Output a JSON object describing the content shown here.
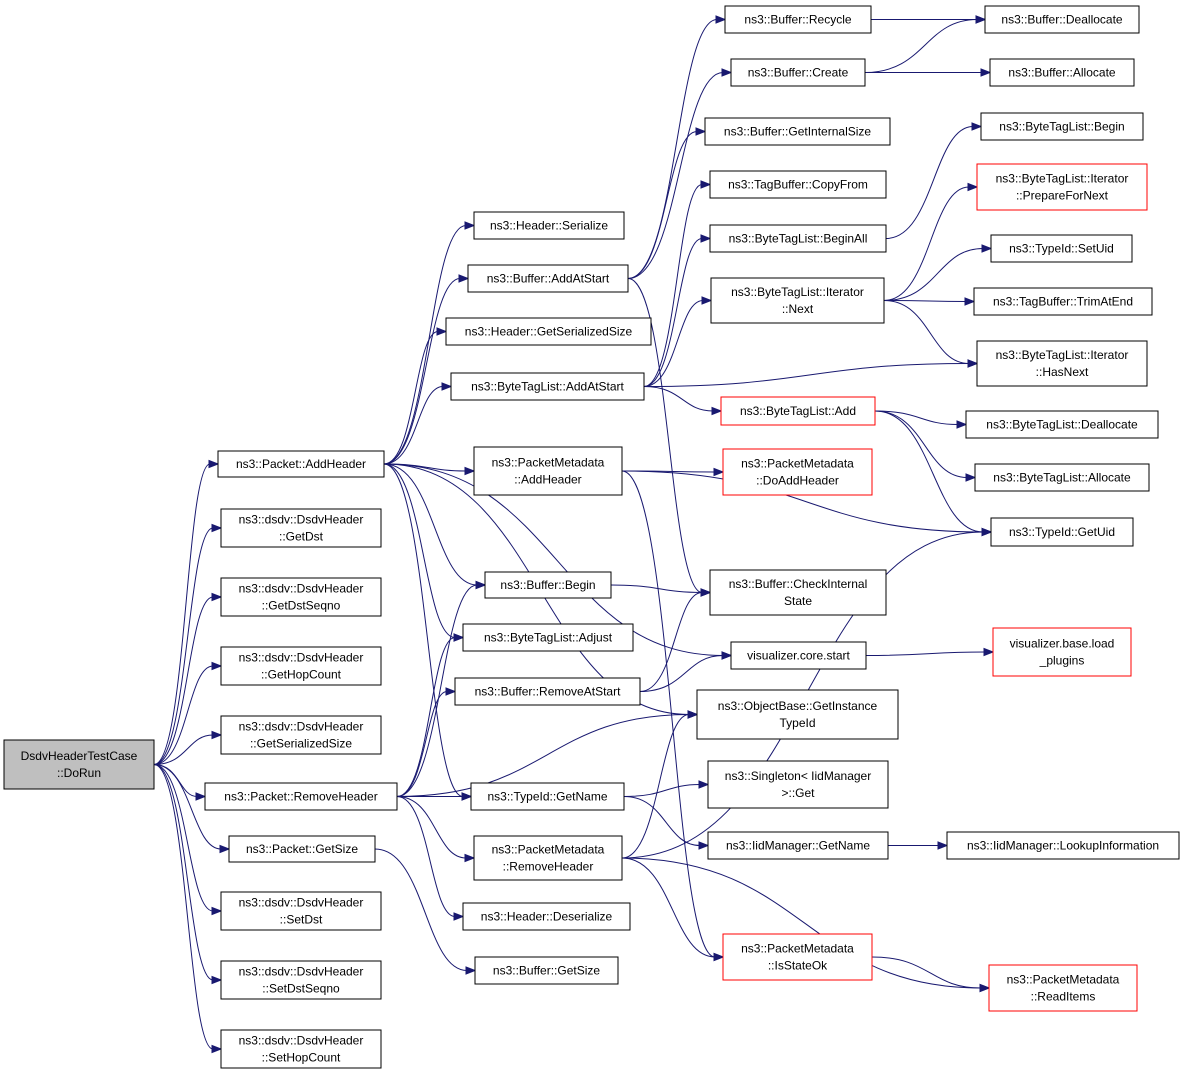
{
  "diagram": {
    "style": {
      "edge_color": "#191970",
      "node_border": "#000000",
      "truncated_node_border": "#ff0000",
      "highlight_fill": "#bfbfbf",
      "node_fill": "#ffffff"
    },
    "nodes": [
      {
        "id": "root",
        "lines": [
          "DsdvHeaderTestCase",
          "::DoRun"
        ],
        "highlight": true
      },
      {
        "id": "pkt_addhdr",
        "lines": [
          "ns3::Packet::AddHeader"
        ]
      },
      {
        "id": "dsdv_getdst",
        "lines": [
          "ns3::dsdv::DsdvHeader",
          "::GetDst"
        ]
      },
      {
        "id": "dsdv_getdstseq",
        "lines": [
          "ns3::dsdv::DsdvHeader",
          "::GetDstSeqno"
        ]
      },
      {
        "id": "dsdv_gethop",
        "lines": [
          "ns3::dsdv::DsdvHeader",
          "::GetHopCount"
        ]
      },
      {
        "id": "dsdv_getser",
        "lines": [
          "ns3::dsdv::DsdvHeader",
          "::GetSerializedSize"
        ]
      },
      {
        "id": "pkt_remhdr",
        "lines": [
          "ns3::Packet::RemoveHeader"
        ]
      },
      {
        "id": "pkt_getsize",
        "lines": [
          "ns3::Packet::GetSize"
        ]
      },
      {
        "id": "dsdv_setdst",
        "lines": [
          "ns3::dsdv::DsdvHeader",
          "::SetDst"
        ]
      },
      {
        "id": "dsdv_setdstseq",
        "lines": [
          "ns3::dsdv::DsdvHeader",
          "::SetDstSeqno"
        ]
      },
      {
        "id": "dsdv_sethop",
        "lines": [
          "ns3::dsdv::DsdvHeader",
          "::SetHopCount"
        ]
      },
      {
        "id": "hdr_serialize",
        "lines": [
          "ns3::Header::Serialize"
        ]
      },
      {
        "id": "buf_addatstart",
        "lines": [
          "ns3::Buffer::AddAtStart"
        ]
      },
      {
        "id": "hdr_getser",
        "lines": [
          "ns3::Header::GetSerializedSize"
        ]
      },
      {
        "id": "btl_addatstart",
        "lines": [
          "ns3::ByteTagList::AddAtStart"
        ]
      },
      {
        "id": "pm_addhdr",
        "lines": [
          "ns3::PacketMetadata",
          "::AddHeader"
        ]
      },
      {
        "id": "buf_begin",
        "lines": [
          "ns3::Buffer::Begin"
        ]
      },
      {
        "id": "btl_adjust",
        "lines": [
          "ns3::ByteTagList::Adjust"
        ]
      },
      {
        "id": "buf_remstart",
        "lines": [
          "ns3::Buffer::RemoveAtStart"
        ]
      },
      {
        "id": "typeid_getname",
        "lines": [
          "ns3::TypeId::GetName"
        ]
      },
      {
        "id": "pm_remhdr",
        "lines": [
          "ns3::PacketMetadata",
          "::RemoveHeader"
        ]
      },
      {
        "id": "hdr_deser",
        "lines": [
          "ns3::Header::Deserialize"
        ]
      },
      {
        "id": "buf_getsize",
        "lines": [
          "ns3::Buffer::GetSize"
        ]
      },
      {
        "id": "buf_recycle",
        "lines": [
          "ns3::Buffer::Recycle"
        ]
      },
      {
        "id": "buf_create",
        "lines": [
          "ns3::Buffer::Create"
        ]
      },
      {
        "id": "buf_getint",
        "lines": [
          "ns3::Buffer::GetInternalSize"
        ]
      },
      {
        "id": "tag_copy",
        "lines": [
          "ns3::TagBuffer::CopyFrom"
        ]
      },
      {
        "id": "btl_beginall",
        "lines": [
          "ns3::ByteTagList::BeginAll"
        ]
      },
      {
        "id": "btl_it_next",
        "lines": [
          "ns3::ByteTagList::Iterator",
          "::Next"
        ]
      },
      {
        "id": "btl_add",
        "lines": [
          "ns3::ByteTagList::Add"
        ],
        "truncated": true
      },
      {
        "id": "pm_doadd",
        "lines": [
          "ns3::PacketMetadata",
          "::DoAddHeader"
        ],
        "truncated": true
      },
      {
        "id": "buf_checkint",
        "lines": [
          "ns3::Buffer::CheckInternal",
          "State"
        ]
      },
      {
        "id": "vis_start",
        "lines": [
          "visualizer.core.start"
        ]
      },
      {
        "id": "ob_getinst",
        "lines": [
          "ns3::ObjectBase::GetInstance",
          "TypeId"
        ]
      },
      {
        "id": "singleton_get",
        "lines": [
          "ns3::Singleton< IidManager",
          ">::Get"
        ]
      },
      {
        "id": "iid_getname",
        "lines": [
          "ns3::IidManager::GetName"
        ]
      },
      {
        "id": "pm_isstateok",
        "lines": [
          "ns3::PacketMetadata",
          "::IsStateOk"
        ],
        "truncated": true
      },
      {
        "id": "buf_dealloc",
        "lines": [
          "ns3::Buffer::Deallocate"
        ]
      },
      {
        "id": "buf_alloc",
        "lines": [
          "ns3::Buffer::Allocate"
        ]
      },
      {
        "id": "btl_begin",
        "lines": [
          "ns3::ByteTagList::Begin"
        ]
      },
      {
        "id": "btl_it_prep",
        "lines": [
          "ns3::ByteTagList::Iterator",
          "::PrepareForNext"
        ],
        "truncated": true
      },
      {
        "id": "typeid_setuid",
        "lines": [
          "ns3::TypeId::SetUid"
        ]
      },
      {
        "id": "tag_trim",
        "lines": [
          "ns3::TagBuffer::TrimAtEnd"
        ]
      },
      {
        "id": "btl_it_hasnext",
        "lines": [
          "ns3::ByteTagList::Iterator",
          "::HasNext"
        ]
      },
      {
        "id": "btl_dealloc",
        "lines": [
          "ns3::ByteTagList::Deallocate"
        ]
      },
      {
        "id": "btl_alloc",
        "lines": [
          "ns3::ByteTagList::Allocate"
        ]
      },
      {
        "id": "typeid_getuid",
        "lines": [
          "ns3::TypeId::GetUid"
        ]
      },
      {
        "id": "vis_load",
        "lines": [
          "visualizer.base.load",
          "_plugins"
        ],
        "truncated": true
      },
      {
        "id": "iid_lookup",
        "lines": [
          "ns3::IidManager::LookupInformation"
        ]
      },
      {
        "id": "pm_readitems",
        "lines": [
          "ns3::PacketMetadata",
          "::ReadItems"
        ],
        "truncated": true
      }
    ],
    "edges": [
      [
        "root",
        "pkt_addhdr"
      ],
      [
        "root",
        "dsdv_getdst"
      ],
      [
        "root",
        "dsdv_getdstseq"
      ],
      [
        "root",
        "dsdv_gethop"
      ],
      [
        "root",
        "dsdv_getser"
      ],
      [
        "root",
        "pkt_remhdr"
      ],
      [
        "root",
        "pkt_getsize"
      ],
      [
        "root",
        "dsdv_setdst"
      ],
      [
        "root",
        "dsdv_setdstseq"
      ],
      [
        "root",
        "dsdv_sethop"
      ],
      [
        "pkt_addhdr",
        "hdr_serialize"
      ],
      [
        "pkt_addhdr",
        "buf_addatstart"
      ],
      [
        "pkt_addhdr",
        "hdr_getser"
      ],
      [
        "pkt_addhdr",
        "btl_addatstart"
      ],
      [
        "pkt_addhdr",
        "pm_addhdr"
      ],
      [
        "pkt_addhdr",
        "buf_begin"
      ],
      [
        "pkt_addhdr",
        "btl_adjust"
      ],
      [
        "pkt_addhdr",
        "typeid_getname"
      ],
      [
        "pkt_addhdr",
        "ob_getinst"
      ],
      [
        "pkt_addhdr",
        "vis_start"
      ],
      [
        "pkt_remhdr",
        "buf_begin"
      ],
      [
        "pkt_remhdr",
        "btl_adjust"
      ],
      [
        "pkt_remhdr",
        "buf_remstart"
      ],
      [
        "pkt_remhdr",
        "typeid_getname"
      ],
      [
        "pkt_remhdr",
        "pm_remhdr"
      ],
      [
        "pkt_remhdr",
        "hdr_deser"
      ],
      [
        "pkt_remhdr",
        "ob_getinst"
      ],
      [
        "pkt_getsize",
        "buf_getsize"
      ],
      [
        "buf_addatstart",
        "buf_recycle"
      ],
      [
        "buf_addatstart",
        "buf_create"
      ],
      [
        "buf_addatstart",
        "buf_getint"
      ],
      [
        "buf_addatstart",
        "buf_checkint"
      ],
      [
        "btl_addatstart",
        "tag_copy"
      ],
      [
        "btl_addatstart",
        "btl_beginall"
      ],
      [
        "btl_addatstart",
        "btl_it_next"
      ],
      [
        "btl_addatstart",
        "btl_it_hasnext"
      ],
      [
        "btl_addatstart",
        "btl_add"
      ],
      [
        "pm_addhdr",
        "pm_doadd"
      ],
      [
        "pm_addhdr",
        "typeid_getuid"
      ],
      [
        "pm_addhdr",
        "pm_isstateok"
      ],
      [
        "buf_begin",
        "buf_checkint"
      ],
      [
        "buf_remstart",
        "buf_checkint"
      ],
      [
        "buf_remstart",
        "vis_start"
      ],
      [
        "typeid_getname",
        "singleton_get"
      ],
      [
        "typeid_getname",
        "iid_getname"
      ],
      [
        "pm_remhdr",
        "ob_getinst"
      ],
      [
        "pm_remhdr",
        "pm_isstateok"
      ],
      [
        "pm_remhdr",
        "typeid_getuid"
      ],
      [
        "pm_remhdr",
        "pm_readitems"
      ],
      [
        "buf_recycle",
        "buf_dealloc"
      ],
      [
        "buf_create",
        "buf_dealloc"
      ],
      [
        "buf_create",
        "buf_alloc"
      ],
      [
        "btl_beginall",
        "btl_begin"
      ],
      [
        "btl_it_next",
        "btl_it_prep"
      ],
      [
        "btl_it_next",
        "typeid_setuid"
      ],
      [
        "btl_it_next",
        "tag_trim"
      ],
      [
        "btl_it_next",
        "btl_it_hasnext"
      ],
      [
        "btl_add",
        "btl_dealloc"
      ],
      [
        "btl_add",
        "btl_alloc"
      ],
      [
        "btl_add",
        "typeid_getuid"
      ],
      [
        "vis_start",
        "vis_load"
      ],
      [
        "iid_getname",
        "iid_lookup"
      ],
      [
        "pm_isstateok",
        "pm_readitems"
      ]
    ]
  }
}
